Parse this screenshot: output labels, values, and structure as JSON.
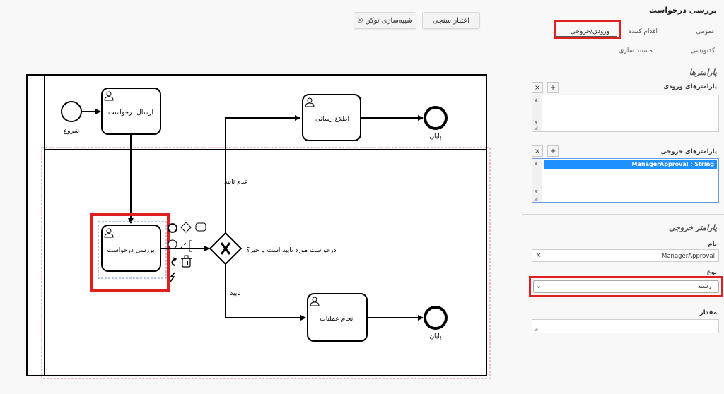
{
  "toolbar": {
    "validate_label": "اعتبار سنجی",
    "simulate_label": "شبیه‌سازی توکن"
  },
  "diagram": {
    "start_label": "شروع",
    "send_request": "ارسال درخواست",
    "notify": "اطلاع رسانی",
    "end_top": "پایان",
    "review_request": "بررسی درخواست",
    "gateway_question": "درخواست مورد تایید است یا خیر؟",
    "flow_reject": "عدم تایید",
    "flow_approve": "تایید",
    "do_operations": "انجام عملیات",
    "end_bottom": "پایان"
  },
  "panel": {
    "title": "بررسی درخواست",
    "tabs": {
      "general": "عمومی",
      "performer": "اقدام کننده",
      "io": "ورودی/خروجی",
      "scripting": "کدنویسی",
      "documentation": "مستند سازی"
    },
    "parameters_section": "پارامترها",
    "input_params_label": "پارامترهای ورودی",
    "output_params_label": "پارامترهای خروجی",
    "output_param_item": "ManagerApproval : String",
    "output_param_section": "پارامتر خروجی",
    "name_label": "نام",
    "name_value": "ManagerApproval",
    "type_label": "نوع",
    "type_value": "رشته",
    "value_label": "مقدار",
    "value_value": ""
  },
  "colors": {
    "highlight": "#e02020",
    "selection_blue": "#1e90ff",
    "dashed_pink": "#e080a0"
  }
}
